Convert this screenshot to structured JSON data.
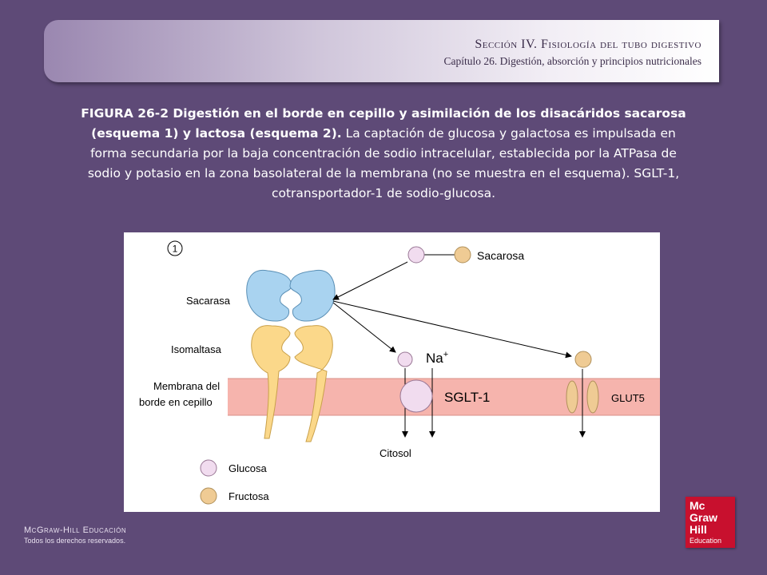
{
  "header": {
    "section": "Sección IV.  Fisiología del tubo digestivo",
    "chapter": "Capítulo 26.  Digestión, absorción y principios nutricionales"
  },
  "caption": {
    "bold": "FIGURA 26-2 Digestión en el borde en cepillo y asimilación de los disacáridos sacarosa (esquema 1) y lactosa (esquema 2).",
    "text": " La captación de glucosa y galactosa es impulsada en forma secundaria por la baja concentración de sodio intracelular, establecida por la ATPasa de sodio y potasio en la zona basolateral de la membrana (no se muestra en el esquema).  SGLT-1, cotransportador-1  de sodio-glucosa."
  },
  "figure": {
    "scheme_number": "1",
    "labels": {
      "sucrose": "Sacarosa",
      "sucrase": "Sacarasa",
      "isomaltase": "Isomaltasa",
      "membrane_line1": "Membrana del",
      "membrane_line2": "borde en cepillo",
      "sodium": "Na",
      "sodium_charge": "+",
      "sglt1": "SGLT-1",
      "glut5": "GLUT5",
      "cytosol": "Citosol"
    },
    "legend": [
      {
        "label": "Glucosa",
        "color": "#f1dcef"
      },
      {
        "label": "Fructosa",
        "color": "#efcb94"
      }
    ],
    "colors": {
      "sucrase": "#a9d3f0",
      "isomaltase": "#fbd88a",
      "membrane": "#f6b4ad",
      "glucose": "#f1dcef",
      "fructose": "#efcb94"
    }
  },
  "publisher": {
    "name": "McGraw-Hill Educación",
    "rights": "Todos los derechos reservados."
  },
  "logo": {
    "line1": "Mc",
    "line2": "Graw",
    "line3": "Hill",
    "line4": "Education"
  }
}
